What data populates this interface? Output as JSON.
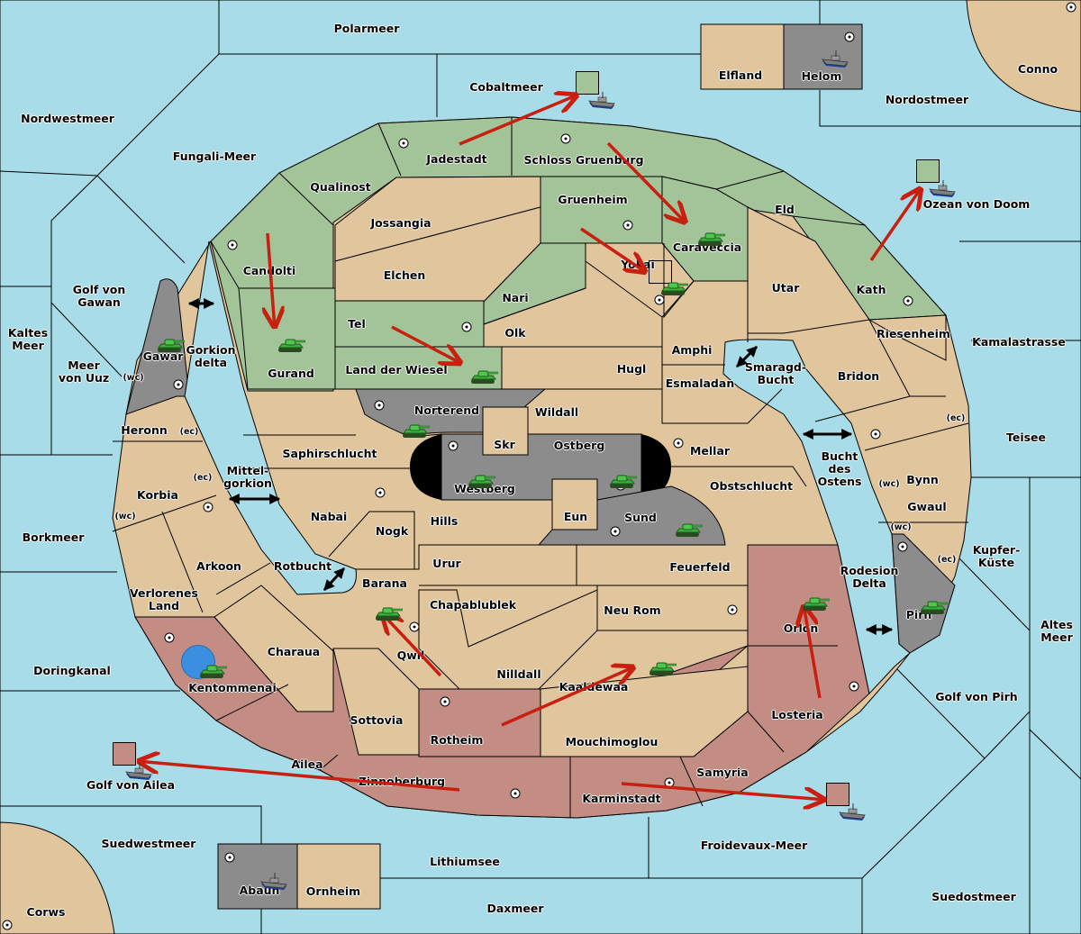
{
  "map": {
    "colors": {
      "sea": "#a8dce8",
      "neutral": "#e1c59d",
      "green_power": "#a3c499",
      "red_power": "#c48d84",
      "gray_power": "#8c8c8c",
      "order_arrow": "#c82010",
      "retreat_marker": "#3c8fe0"
    },
    "sea_regions": [
      "Polarmeer",
      "Cobaltmeer",
      "Nordwestmeer",
      "Fungali-Meer",
      "Nordostmeer",
      "Ozean von Doom",
      "Golf von Gawan",
      "Kaltes Meer",
      "Meer von Uuz",
      "Gorkion delta",
      "Mittel-gorkion",
      "Borkmeer",
      "Rotbucht",
      "Doringkanal",
      "Golf von Ailea",
      "Suedwestmeer",
      "Lithiumsee",
      "Daxmeer",
      "Froidevaux-Meer",
      "Suedostmeer",
      "Golf von Pirh",
      "Altes Meer",
      "Kupfer-Küste",
      "Teisee",
      "Kamalastrasse",
      "Bucht des Ostens",
      "Smaragd-Bucht",
      "Rodesion Delta"
    ],
    "labels": [
      {
        "id": "polarmeer",
        "text": "Polarmeer"
      },
      {
        "id": "cobaltmeer",
        "text": "Cobaltmeer"
      },
      {
        "id": "nordwestmeer",
        "text": "Nordwestmeer"
      },
      {
        "id": "fungali",
        "text": "Fungali-Meer"
      },
      {
        "id": "elfland",
        "text": "Elfland"
      },
      {
        "id": "helom",
        "text": "Helom"
      },
      {
        "id": "conno",
        "text": "Conno"
      },
      {
        "id": "nordostmeer",
        "text": "Nordostmeer"
      },
      {
        "id": "ozean",
        "text": "Ozean von Doom"
      },
      {
        "id": "jadestadt",
        "text": "Jadestadt"
      },
      {
        "id": "schloss",
        "text": "Schloss Gruenburg"
      },
      {
        "id": "qualinost",
        "text": "Qualinost"
      },
      {
        "id": "gruenheim",
        "text": "Gruenheim"
      },
      {
        "id": "eld",
        "text": "Eld"
      },
      {
        "id": "jossangia",
        "text": "Jossangia"
      },
      {
        "id": "caraveccia",
        "text": "Caraveccia"
      },
      {
        "id": "candolti",
        "text": "Candolti"
      },
      {
        "id": "elchen",
        "text": "Elchen"
      },
      {
        "id": "yokai",
        "text": "Yokai"
      },
      {
        "id": "utar",
        "text": "Utar"
      },
      {
        "id": "kath",
        "text": "Kath"
      },
      {
        "id": "nari",
        "text": "Nari"
      },
      {
        "id": "golfgawan",
        "text": "Golf von\nGawan"
      },
      {
        "id": "tel",
        "text": "Tel"
      },
      {
        "id": "olk",
        "text": "Olk"
      },
      {
        "id": "amphi",
        "text": "Amphi"
      },
      {
        "id": "riesenheim",
        "text": "Riesenheim"
      },
      {
        "id": "kamalastrasse",
        "text": "Kamalastrasse"
      },
      {
        "id": "kaltes",
        "text": "Kaltes\nMeer"
      },
      {
        "id": "gawar",
        "text": "Gawar"
      },
      {
        "id": "gorkiondelta",
        "text": "Gorkion\ndelta"
      },
      {
        "id": "gurand",
        "text": "Gurand"
      },
      {
        "id": "landwiesel",
        "text": "Land der Wiesel"
      },
      {
        "id": "hugl",
        "text": "Hugl"
      },
      {
        "id": "smaragd",
        "text": "Smaragd-\nBucht"
      },
      {
        "id": "meeruuz",
        "text": "Meer\nvon Uuz"
      },
      {
        "id": "bridon",
        "text": "Bridon"
      },
      {
        "id": "esmaladan",
        "text": "Esmaladan"
      },
      {
        "id": "norterend",
        "text": "Norterend"
      },
      {
        "id": "wildall",
        "text": "Wildall"
      },
      {
        "id": "heronn",
        "text": "Heronn"
      },
      {
        "id": "teisee",
        "text": "Teisee"
      },
      {
        "id": "skr",
        "text": "Skr"
      },
      {
        "id": "ostberg",
        "text": "Ostberg"
      },
      {
        "id": "saphir",
        "text": "Saphirschlucht"
      },
      {
        "id": "mellar",
        "text": "Mellar"
      },
      {
        "id": "buchtostens",
        "text": "Bucht\ndes\nOstens"
      },
      {
        "id": "mittelgorkion",
        "text": "Mittel-\ngorkion"
      },
      {
        "id": "bynn",
        "text": "Bynn"
      },
      {
        "id": "westberg",
        "text": "Westberg"
      },
      {
        "id": "obstschlucht",
        "text": "Obstschlucht"
      },
      {
        "id": "korbia",
        "text": "Korbia"
      },
      {
        "id": "gwaul",
        "text": "Gwaul"
      },
      {
        "id": "nabai",
        "text": "Nabai"
      },
      {
        "id": "eun",
        "text": "Eun"
      },
      {
        "id": "sund",
        "text": "Sund"
      },
      {
        "id": "hills",
        "text": "Hills"
      },
      {
        "id": "nogk",
        "text": "Nogk"
      },
      {
        "id": "borkmeer",
        "text": "Borkmeer"
      },
      {
        "id": "kupfer",
        "text": "Kupfer-\nKüste"
      },
      {
        "id": "urur",
        "text": "Urur"
      },
      {
        "id": "feuerfeld",
        "text": "Feuerfeld"
      },
      {
        "id": "arkoon",
        "text": "Arkoon"
      },
      {
        "id": "rotbucht",
        "text": "Rotbucht"
      },
      {
        "id": "rodesion",
        "text": "Rodesion\nDelta"
      },
      {
        "id": "barana",
        "text": "Barana"
      },
      {
        "id": "verlorenes",
        "text": "Verlorenes\nLand"
      },
      {
        "id": "chapa",
        "text": "Chapablublek"
      },
      {
        "id": "neurom",
        "text": "Neu Rom"
      },
      {
        "id": "pirh",
        "text": "Pirh"
      },
      {
        "id": "orlon",
        "text": "Orlon"
      },
      {
        "id": "altes",
        "text": "Altes\nMeer"
      },
      {
        "id": "charaua",
        "text": "Charaua"
      },
      {
        "id": "qwil",
        "text": "Qwil"
      },
      {
        "id": "doringkanal",
        "text": "Doringkanal"
      },
      {
        "id": "nilldall",
        "text": "Nilldall"
      },
      {
        "id": "kaaldewaa",
        "text": "Kaaldewaa"
      },
      {
        "id": "kentommenai",
        "text": "Kentommenai"
      },
      {
        "id": "golfpirh",
        "text": "Golf von Pirh"
      },
      {
        "id": "losteria",
        "text": "Losteria"
      },
      {
        "id": "sottovia",
        "text": "Sottovia"
      },
      {
        "id": "rotheim",
        "text": "Rotheim"
      },
      {
        "id": "mouchi",
        "text": "Mouchimoglou"
      },
      {
        "id": "ailea",
        "text": "Ailea"
      },
      {
        "id": "samyria",
        "text": "Samyria"
      },
      {
        "id": "golfailea",
        "text": "Golf von Ailea"
      },
      {
        "id": "zinnoberburg",
        "text": "Zinnoberburg"
      },
      {
        "id": "karminstadt",
        "text": "Karminstadt"
      },
      {
        "id": "suedwestmeer",
        "text": "Suedwestmeer"
      },
      {
        "id": "froidevaux",
        "text": "Froidevaux-Meer"
      },
      {
        "id": "lithiumsee",
        "text": "Lithiumsee"
      },
      {
        "id": "abaun",
        "text": "Abaun"
      },
      {
        "id": "ornheim",
        "text": "Ornheim"
      },
      {
        "id": "suedostmeer",
        "text": "Suedostmeer"
      },
      {
        "id": "corws",
        "text": "Corws"
      },
      {
        "id": "daxmeer",
        "text": "Daxmeer"
      }
    ],
    "coast_tags": [
      {
        "id": "gawar_wc",
        "text": "(wc)"
      },
      {
        "id": "heronn_ec",
        "text": "(ec)"
      },
      {
        "id": "korbia_ec",
        "text": "(ec)"
      },
      {
        "id": "korbia_wc",
        "text": "(wc)"
      },
      {
        "id": "bynn_ec",
        "text": "(ec)"
      },
      {
        "id": "bynn_wc",
        "text": "(wc)"
      },
      {
        "id": "gwaul_wc",
        "text": "(wc)"
      },
      {
        "id": "gwaul_ec",
        "text": "(ec)"
      }
    ],
    "units": [
      {
        "type": "army",
        "power": "green",
        "province": "Gawar"
      },
      {
        "type": "army",
        "power": "green",
        "province": "Gurand"
      },
      {
        "type": "army",
        "power": "green",
        "province": "Land der Wiesel"
      },
      {
        "type": "army",
        "power": "green",
        "province": "Caraveccia"
      },
      {
        "type": "army",
        "power": "green",
        "province": "Yokai"
      },
      {
        "type": "army",
        "power": "green",
        "province": "Norterend"
      },
      {
        "type": "army",
        "power": "green",
        "province": "Westberg"
      },
      {
        "type": "army",
        "power": "green",
        "province": "Ostberg"
      },
      {
        "type": "army",
        "power": "green",
        "province": "Sund"
      },
      {
        "type": "army",
        "power": "green",
        "province": "Barana"
      },
      {
        "type": "army",
        "power": "green",
        "province": "Kaaldewaa"
      },
      {
        "type": "army",
        "power": "green",
        "province": "Orlon"
      },
      {
        "type": "army",
        "power": "green",
        "province": "Pirh"
      },
      {
        "type": "army",
        "power": "green",
        "province": "Kentommenai",
        "dislodged": true
      },
      {
        "type": "fleet",
        "power": "gray",
        "province": "Helom"
      },
      {
        "type": "fleet",
        "power": "gray",
        "province": "Abaun"
      },
      {
        "type": "fleet",
        "power": "green",
        "province": "Cobaltmeer",
        "build": true
      },
      {
        "type": "fleet",
        "power": "green",
        "province": "Ozean von Doom",
        "build": true
      },
      {
        "type": "fleet",
        "power": "red",
        "province": "Golf von Ailea",
        "build": true
      },
      {
        "type": "fleet",
        "power": "red",
        "province": "Froidevaux-Meer",
        "build": true
      }
    ],
    "orders": [
      {
        "from": "Jadestadt",
        "to": "Cobaltmeer"
      },
      {
        "from": "Schloss Gruenburg",
        "to": "Caraveccia"
      },
      {
        "from": "Gruenheim",
        "to": "Yokai"
      },
      {
        "from": "Kath",
        "to": "Ozean von Doom"
      },
      {
        "from": "Candolti",
        "to": "Gurand"
      },
      {
        "from": "Tel",
        "to": "Land der Wiesel"
      },
      {
        "from": "Qwil",
        "to": "Barana"
      },
      {
        "from": "Rotheim",
        "to": "Kaaldewaa"
      },
      {
        "from": "Losteria",
        "to": "Orlon"
      },
      {
        "from": "Zinnoberburg",
        "to": "Golf von Ailea"
      },
      {
        "from": "Karminstadt",
        "to": "Froidevaux-Meer"
      }
    ],
    "canals": [
      "Gawar-Gurand",
      "Mittel-gorkion",
      "Rotbucht",
      "Smaragd-Bucht",
      "Bucht des Ostens",
      "Rodesion Delta"
    ]
  }
}
